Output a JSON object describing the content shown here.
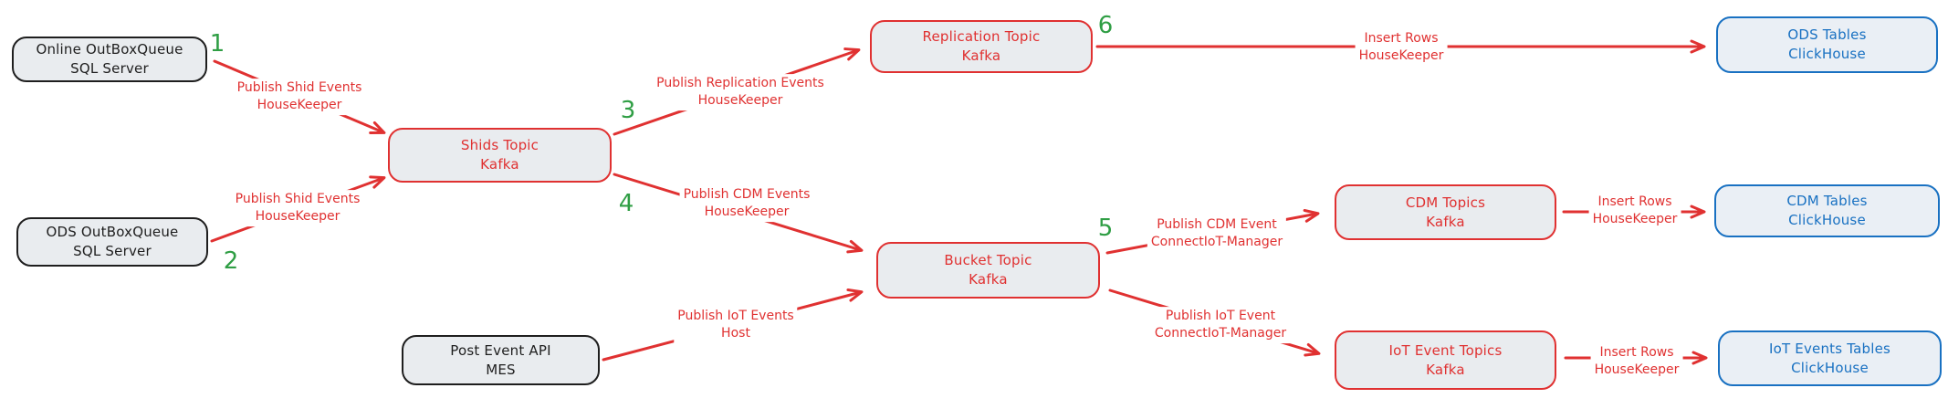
{
  "diagram": {
    "style": "hand-drawn flowchart",
    "colors": {
      "arrow_red": "#e03131",
      "clickhouse_blue": "#1971c2",
      "sequence_green": "#2f9e44",
      "source_dark": "#1e1e1e",
      "node_fill": "#e9ecef",
      "background": "#ffffff"
    }
  },
  "nodes": {
    "online_outbox": {
      "line1": "Online OutBoxQueue",
      "line2": "SQL Server"
    },
    "ods_outbox": {
      "line1": "ODS OutBoxQueue",
      "line2": "SQL Server"
    },
    "post_event": {
      "line1": "Post Event API",
      "line2": "MES"
    },
    "shids_topic": {
      "line1": "Shids Topic",
      "line2": "Kafka"
    },
    "replication_topic": {
      "line1": "Replication Topic",
      "line2": "Kafka"
    },
    "bucket_topic": {
      "line1": "Bucket Topic",
      "line2": "Kafka"
    },
    "cdm_topics": {
      "line1": "CDM Topics",
      "line2": "Kafka"
    },
    "iot_event_topics": {
      "line1": "IoT Event Topics",
      "line2": "Kafka"
    },
    "ods_tables": {
      "line1": "ODS Tables",
      "line2": "ClickHouse"
    },
    "cdm_tables": {
      "line1": "CDM Tables",
      "line2": "ClickHouse"
    },
    "iot_events_tables": {
      "line1": "IoT Events Tables",
      "line2": "ClickHouse"
    }
  },
  "edges": {
    "publish_shid_online": {
      "label1": "Publish Shid Events",
      "label2": "HouseKeeper"
    },
    "publish_shid_ods": {
      "label1": "Publish Shid Events",
      "label2": "HouseKeeper"
    },
    "publish_replication": {
      "label1": "Publish Replication Events",
      "label2": "HouseKeeper"
    },
    "publish_cdm_events": {
      "label1": "Publish CDM Events",
      "label2": "HouseKeeper"
    },
    "publish_iot_events": {
      "label1": "Publish IoT Events",
      "label2": "Host"
    },
    "insert_rows_ods": {
      "label1": "Insert Rows",
      "label2": "HouseKeeper"
    },
    "publish_cdm_event": {
      "label1": "Publish CDM Event",
      "label2": "ConnectIoT-Manager"
    },
    "publish_iot_event": {
      "label1": "Publish IoT Event",
      "label2": "ConnectIoT-Manager"
    },
    "insert_rows_cdm": {
      "label1": "Insert Rows",
      "label2": "HouseKeeper"
    },
    "insert_rows_iot": {
      "label1": "Insert Rows",
      "label2": "HouseKeeper"
    }
  },
  "sequence": {
    "s1": "1",
    "s2": "2",
    "s3": "3",
    "s4": "4",
    "s5": "5",
    "s6": "6"
  }
}
